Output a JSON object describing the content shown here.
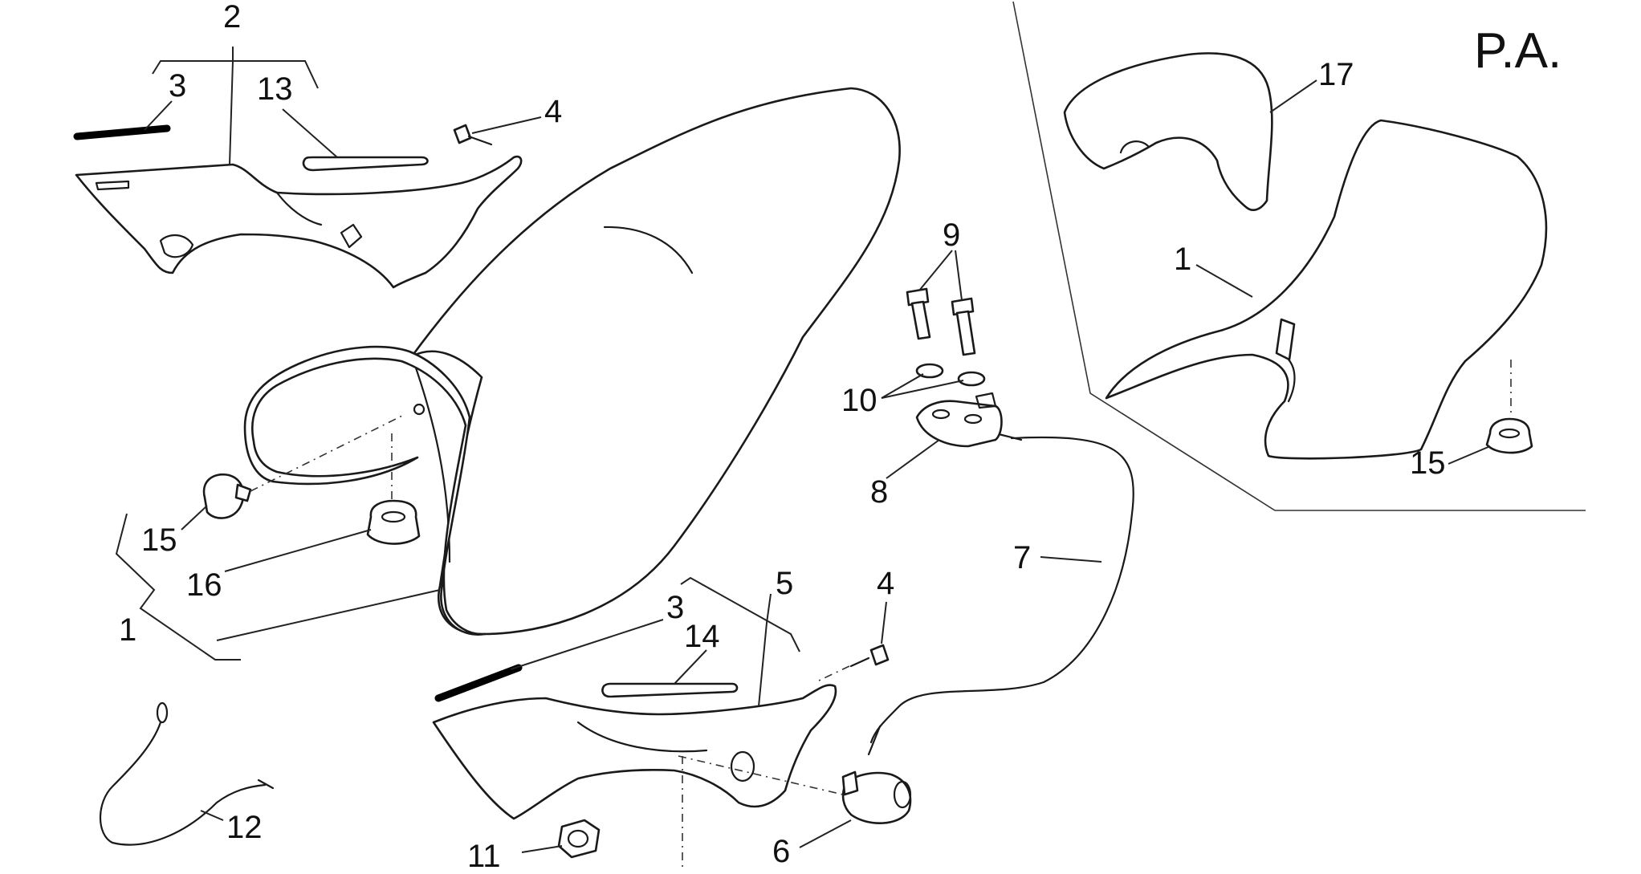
{
  "corner_label": "P.A.",
  "callouts": [
    {
      "id": "c2",
      "text": "2"
    },
    {
      "id": "c3a",
      "text": "3"
    },
    {
      "id": "c13",
      "text": "13"
    },
    {
      "id": "c4a",
      "text": "4"
    },
    {
      "id": "c9",
      "text": "9"
    },
    {
      "id": "c10",
      "text": "10"
    },
    {
      "id": "c8",
      "text": "8"
    },
    {
      "id": "c15a",
      "text": "15"
    },
    {
      "id": "c16",
      "text": "16"
    },
    {
      "id": "c1a",
      "text": "1"
    },
    {
      "id": "c3b",
      "text": "3"
    },
    {
      "id": "c14",
      "text": "14"
    },
    {
      "id": "c5",
      "text": "5"
    },
    {
      "id": "c4b",
      "text": "4"
    },
    {
      "id": "c7",
      "text": "7"
    },
    {
      "id": "c12",
      "text": "12"
    },
    {
      "id": "c11",
      "text": "11"
    },
    {
      "id": "c6",
      "text": "6"
    },
    {
      "id": "c17",
      "text": "17"
    },
    {
      "id": "c1b",
      "text": "1"
    },
    {
      "id": "c15b",
      "text": "15"
    }
  ]
}
